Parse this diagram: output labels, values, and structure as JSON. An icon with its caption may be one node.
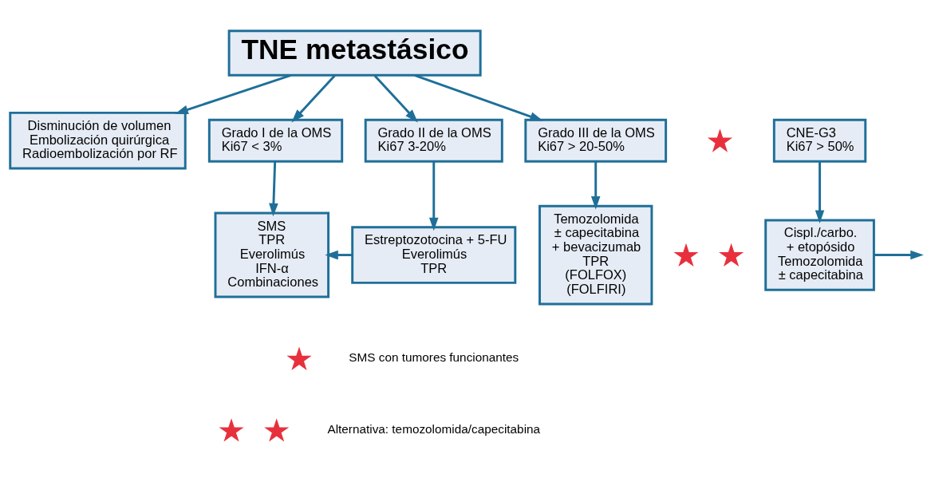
{
  "diagram": {
    "nodes": [
      {
        "text": [
          "TNE metastásico"
        ]
      },
      {
        "text": [
          "Disminución de volumen",
          "Embolización quirúrgica",
          "Radioembolización por RF"
        ]
      },
      {
        "text": [
          "Grado I de la OMS",
          "Ki67 < 3%"
        ]
      },
      {
        "text": [
          "Grado II de la OMS",
          "Ki67 3-20%"
        ]
      },
      {
        "text": [
          "Grado III de la OMS",
          "Ki67 > 20-50%"
        ]
      },
      {
        "text": [
          "CNE-G3",
          "Ki67 > 50%"
        ]
      },
      {
        "text": [
          "SMS",
          "TPR",
          "Everolimús",
          "IFN-α",
          "Combinaciones"
        ]
      },
      {
        "text": [
          "Estreptozotocina + 5-FU",
          "Everolimús",
          "TPR"
        ]
      },
      {
        "text": [
          "Temozolomida",
          "± capecitabina",
          "+ bevacizumab",
          "TPR",
          "(FOLFOX)",
          "(FOLFIRI)"
        ]
      },
      {
        "text": [
          "Cispl./carbo.",
          "+ etopósido",
          "Temozolomida",
          "± capecitabina"
        ]
      },
      {
        "text": [],
        "shape": "star"
      },
      {
        "text": [],
        "shape": "star"
      },
      {
        "text": [],
        "shape": "star"
      },
      {
        "text": [],
        "shape": "star"
      },
      {
        "text": [],
        "shape": "star"
      },
      {
        "text": [],
        "shape": "star"
      }
    ],
    "edges": [
      {
        "from": 0,
        "to": 1,
        "arrow": "to"
      },
      {
        "from": 0,
        "to": 2,
        "arrow": "to"
      },
      {
        "from": 0,
        "to": 3,
        "arrow": "to"
      },
      {
        "from": 0,
        "to": 4,
        "arrow": "to"
      },
      {
        "from": 2,
        "to": 6,
        "arrow": "to"
      },
      {
        "from": 3,
        "to": 7,
        "arrow": "to"
      },
      {
        "from": 7,
        "to": 6,
        "arrow": "to"
      },
      {
        "from": 4,
        "to": 8,
        "arrow": "to"
      },
      {
        "from": 5,
        "to": 9,
        "arrow": "to"
      },
      {
        "from": 9,
        "to": null,
        "arrow": "to"
      }
    ],
    "legend": [
      {
        "text": "SMS con tumores funcionantes"
      },
      {
        "text": "Alternativa: temozolomida/capecitabina"
      }
    ]
  }
}
